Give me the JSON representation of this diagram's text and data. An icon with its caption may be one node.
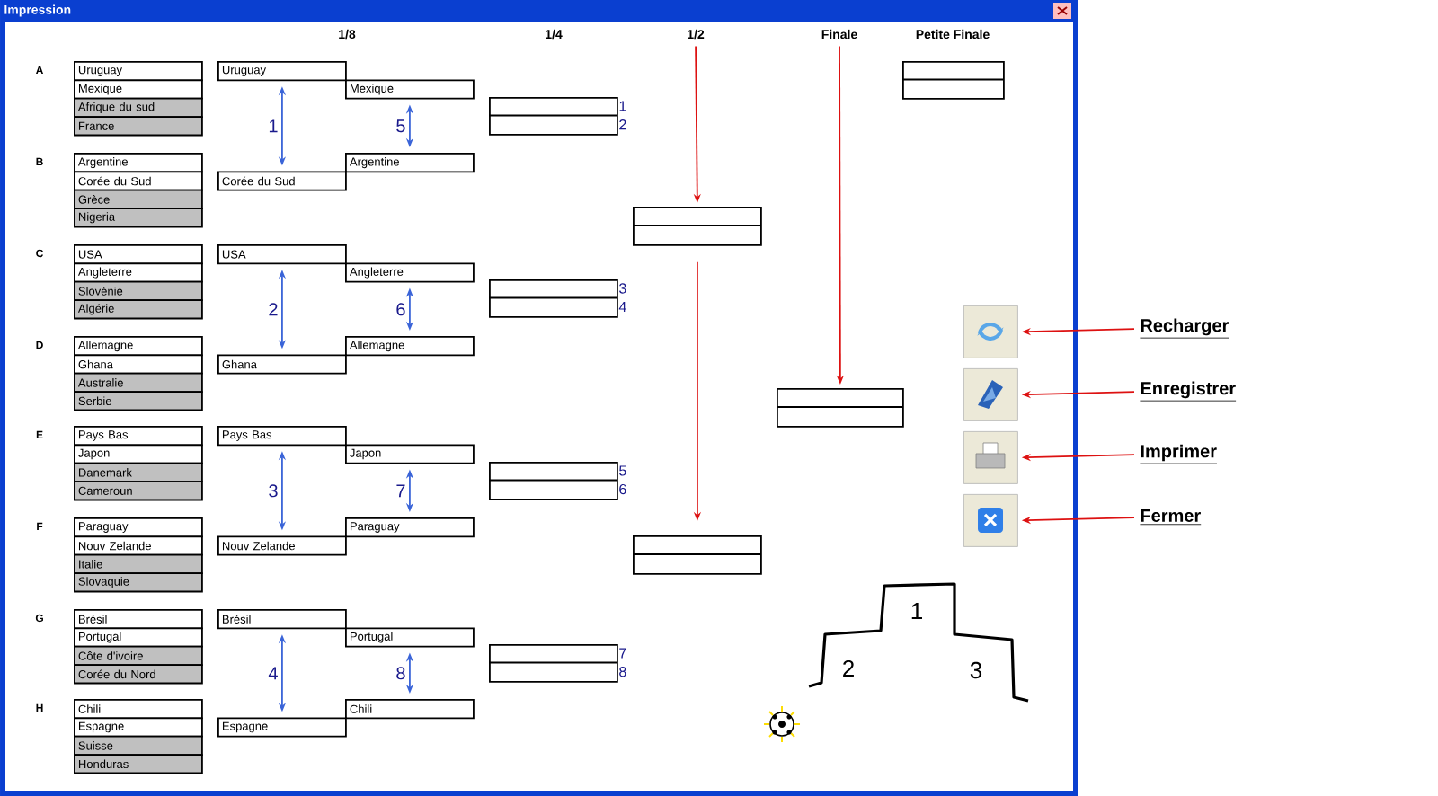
{
  "diagram": {
    "title": "Impression",
    "nodes": [
      {
        "text": [
          "1/2"
        ]
      },
      {
        "text": [
          "Finale"
        ]
      },
      {
        "text": [],
        "shape": "box"
      },
      {
        "text": [
          "Uruguay"
        ]
      },
      {
        "text": [
          "Mexique"
        ]
      },
      {
        "text": [
          "Afrique du sud"
        ]
      },
      {
        "text": [
          "France"
        ]
      },
      {
        "text": [
          "Argentine"
        ]
      },
      {
        "text": [
          "Corée du Sud"
        ]
      },
      {
        "text": [
          "Grèce"
        ]
      },
      {
        "text": [
          "Nigeria"
        ]
      },
      {
        "text": [
          "USA"
        ]
      },
      {
        "text": [
          "Angleterre"
        ]
      },
      {
        "text": [
          "Slovénie"
        ]
      },
      {
        "text": [
          "Algérie"
        ]
      },
      {
        "text": [
          "Allemagne"
        ]
      },
      {
        "text": [
          "Ghana"
        ]
      },
      {
        "text": [
          "Australie"
        ]
      },
      {
        "text": [
          "Serbie"
        ]
      },
      {
        "text": [
          "Pays Bas"
        ]
      },
      {
        "text": [
          "Japon"
        ]
      },
      {
        "text": [
          "Danemark"
        ]
      },
      {
        "text": [
          "Cameroun"
        ]
      },
      {
        "text": [
          "Paraguay"
        ]
      },
      {
        "text": [
          "Nouv Zelande"
        ]
      },
      {
        "text": [
          "Italie"
        ]
      },
      {
        "text": [
          "Slovaquie"
        ]
      },
      {
        "text": [
          "Brésil"
        ]
      },
      {
        "text": [
          "Portugal"
        ]
      },
      {
        "text": [
          "Côte d'ivoire"
        ]
      },
      {
        "text": [
          "Corée du Nord"
        ]
      },
      {
        "text": [
          "Chili"
        ]
      },
      {
        "text": [
          "Espagne"
        ]
      },
      {
        "text": [
          "Suisse"
        ]
      },
      {
        "text": [
          "Honduras"
        ]
      },
      {
        "text": [
          "Uruguay"
        ]
      },
      {
        "text": [
          "Mexique"
        ]
      },
      {
        "text": [
          "Argentine"
        ]
      },
      {
        "text": [
          "Corée du Sud"
        ]
      },
      {
        "text": [
          "USA"
        ]
      },
      {
        "text": [
          "Angleterre"
        ]
      },
      {
        "text": [
          "Allemagne"
        ]
      },
      {
        "text": [
          "Ghana"
        ]
      },
      {
        "text": [
          "Pays Bas"
        ]
      },
      {
        "text": [
          "Japon"
        ]
      },
      {
        "text": [
          "Paraguay"
        ]
      },
      {
        "text": [
          "Nouv Zelande"
        ]
      },
      {
        "text": [
          "Brésil"
        ]
      },
      {
        "text": [
          "Portugal"
        ]
      },
      {
        "text": [
          "Chili"
        ]
      },
      {
        "text": [
          "Espagne"
        ]
      },
      {
        "text": [],
        "shape": "box",
        "beside": [
          "1",
          "2"
        ]
      },
      {
        "text": [],
        "shape": "box",
        "beside": [
          "3",
          "4"
        ]
      },
      {
        "text": [],
        "shape": "box",
        "beside": [
          "5",
          "6"
        ]
      },
      {
        "text": [],
        "shape": "box",
        "beside": [
          "7",
          "8"
        ]
      },
      {
        "text": [],
        "shape": "box"
      },
      {
        "text": [],
        "shape": "box"
      },
      {
        "text": [],
        "shape": "box"
      },
      {
        "text": [
          "Recharger"
        ]
      },
      {
        "text": [
          "Enregistrer"
        ]
      },
      {
        "text": [
          "Imprimer"
        ]
      },
      {
        "text": [
          "Fermer"
        ]
      },
      {
        "text": [],
        "shape": "button"
      },
      {
        "text": [],
        "shape": "button"
      },
      {
        "text": [],
        "shape": "button"
      },
      {
        "text": [],
        "shape": "button"
      }
    ],
    "edges": [
      {
        "from": 35,
        "to": 38,
        "arrow": "both",
        "label": "1"
      },
      {
        "from": 39,
        "to": 42,
        "arrow": "both",
        "label": "2"
      },
      {
        "from": 43,
        "to": 46,
        "arrow": "both",
        "label": "3"
      },
      {
        "from": 47,
        "to": 50,
        "arrow": "both",
        "label": "4"
      },
      {
        "from": 36,
        "to": 37,
        "arrow": "both",
        "label": "5"
      },
      {
        "from": 40,
        "to": 41,
        "arrow": "both",
        "label": "6"
      },
      {
        "from": 44,
        "to": 45,
        "arrow": "both",
        "label": "7"
      },
      {
        "from": 48,
        "to": 49,
        "arrow": "both",
        "label": "8"
      },
      {
        "from": 0,
        "to": 55,
        "arrow": "to",
        "color": "#dd1111"
      },
      {
        "from": 55,
        "to": 56,
        "arrow": "to",
        "color": "#dd1111"
      },
      {
        "from": 1,
        "to": 57,
        "arrow": "to",
        "color": "#dd1111"
      },
      {
        "from": 58,
        "to": 62,
        "arrow": "to",
        "color": "#dd1111"
      },
      {
        "from": 59,
        "to": 63,
        "arrow": "to",
        "color": "#dd1111"
      },
      {
        "from": 60,
        "to": 64,
        "arrow": "to",
        "color": "#dd1111"
      },
      {
        "from": 61,
        "to": 65,
        "arrow": "to",
        "color": "#dd1111"
      }
    ],
    "labels": [
      "1/8",
      "1/4",
      "Petite Finale",
      "A",
      "B",
      "C",
      "D",
      "E",
      "F",
      "G",
      "H",
      "1",
      "2",
      "3"
    ]
  }
}
